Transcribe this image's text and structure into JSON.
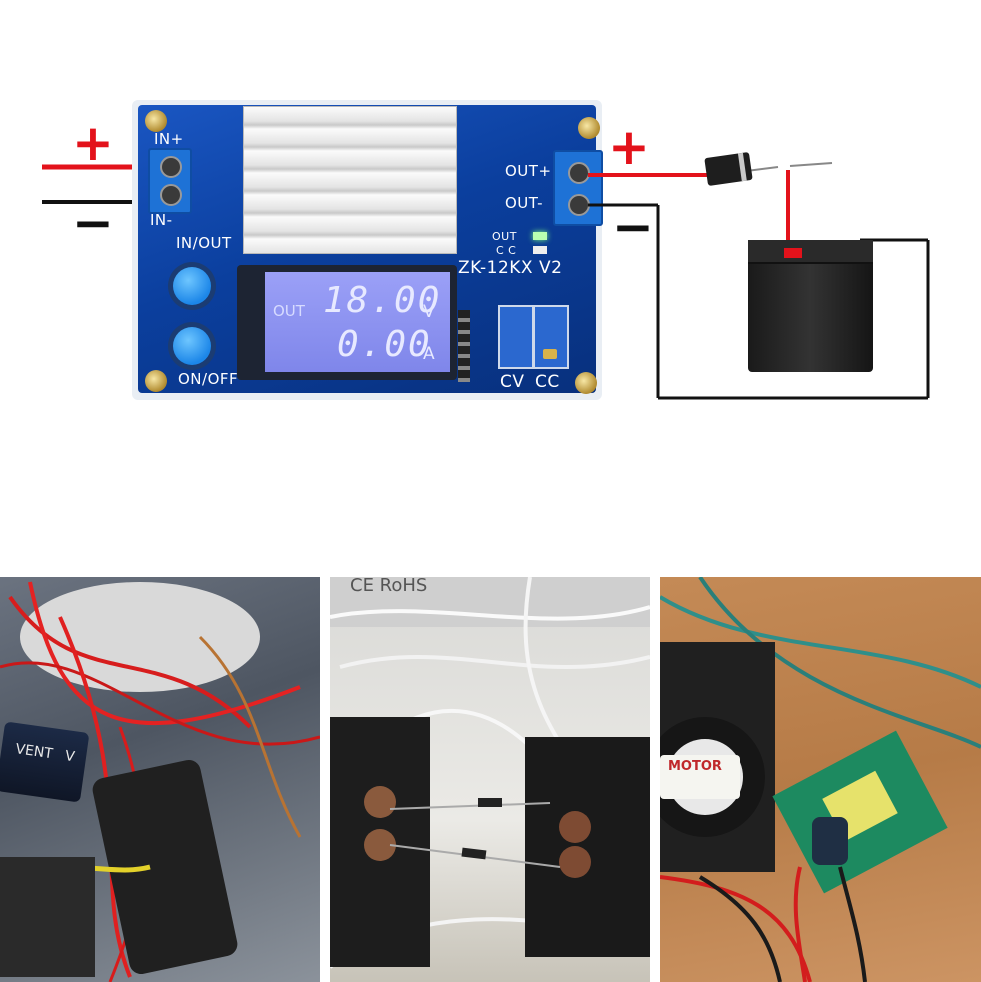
{
  "board": {
    "label_in_plus": "IN+",
    "label_in_minus": "IN-",
    "label_in_out": "IN/OUT",
    "label_on_off": "ON/OFF",
    "label_out_plus": "OUT+",
    "label_out_minus": "OUT-",
    "label_out_led": "OUT",
    "label_cc_led": "C C",
    "label_model": "ZK-12KX V2",
    "label_cv": "CV",
    "label_cc": "CC"
  },
  "lcd": {
    "mode": "OUT",
    "voltage": "18.00",
    "voltage_unit": "V",
    "current": "0.00",
    "current_unit": "A"
  },
  "signs": {
    "input_plus": "+",
    "input_minus": "−",
    "output_plus": "+",
    "output_minus": "−"
  },
  "photos": {
    "capacitor_label_1": "VENT",
    "capacitor_label_2": "V",
    "motor_label": "MOTOR",
    "sticker_text": "CE RoHS"
  },
  "colors": {
    "board": "#0b3f9e",
    "lcd": "#8a8ff0",
    "wire_positive": "#e3121b",
    "wire_negative": "#111111"
  }
}
